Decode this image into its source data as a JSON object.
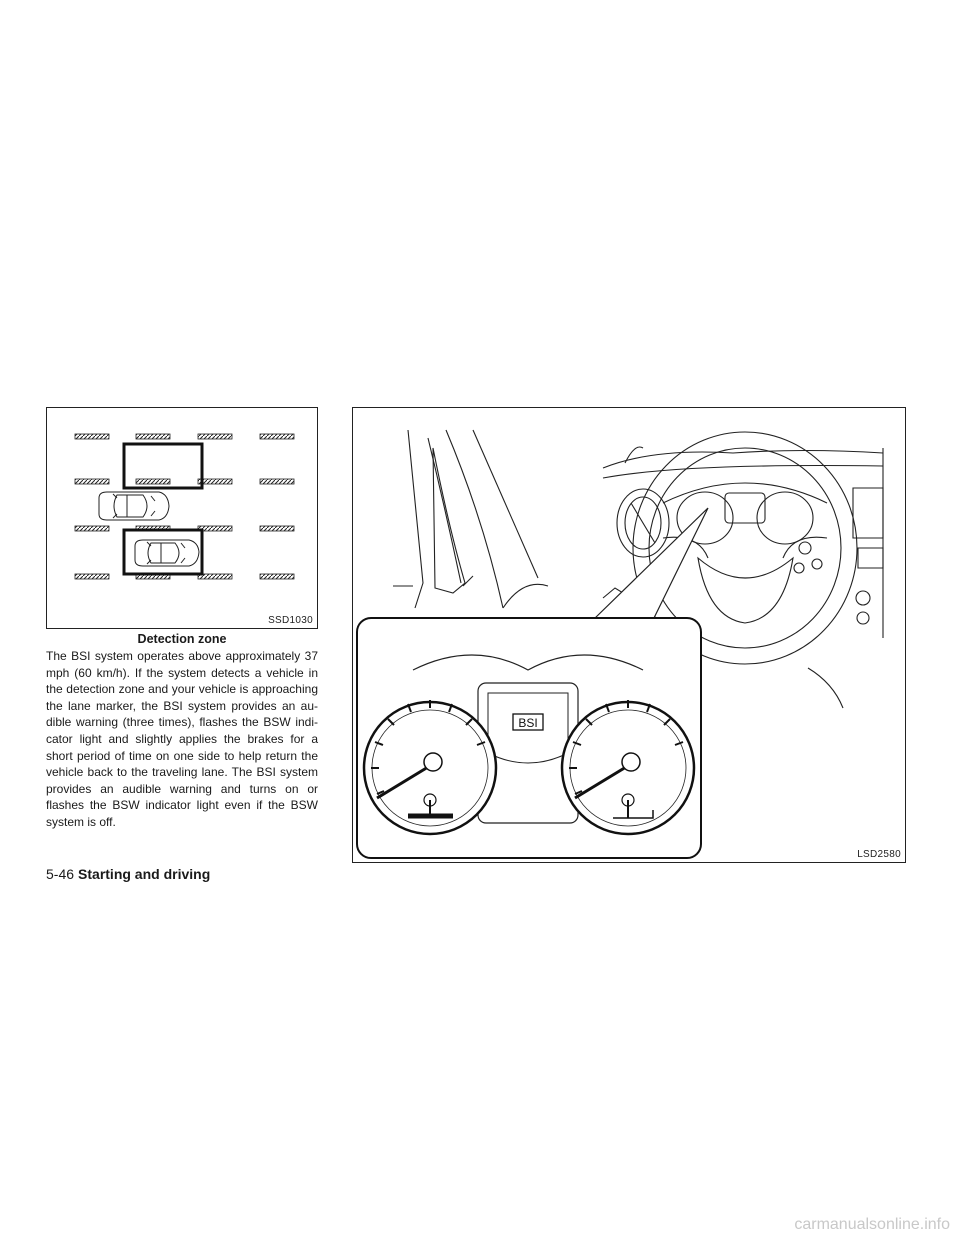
{
  "figure_left": {
    "code": "SSD1030",
    "caption": "Detection zone"
  },
  "figure_right": {
    "code": "LSD2580",
    "indicator_label": "BSI"
  },
  "body_text": "The BSI system operates above approximately 37 mph (60 km/h). If the system detects a vehicle in the detection zone and your vehicle is approaching the lane marker, the BSI system provides an au- dible warning (three times), flashes the BSW indi- cator light and slightly applies the brakes for a short period of time on one side to help return the vehicle back to the traveling lane. The BSI system provides an audible warning and turns on or flashes the BSW indicator light even if the BSW system is off.",
  "footer": {
    "page_number": "5-46",
    "section_title": "Starting and driving"
  },
  "watermark": "carmanualsonline.info"
}
